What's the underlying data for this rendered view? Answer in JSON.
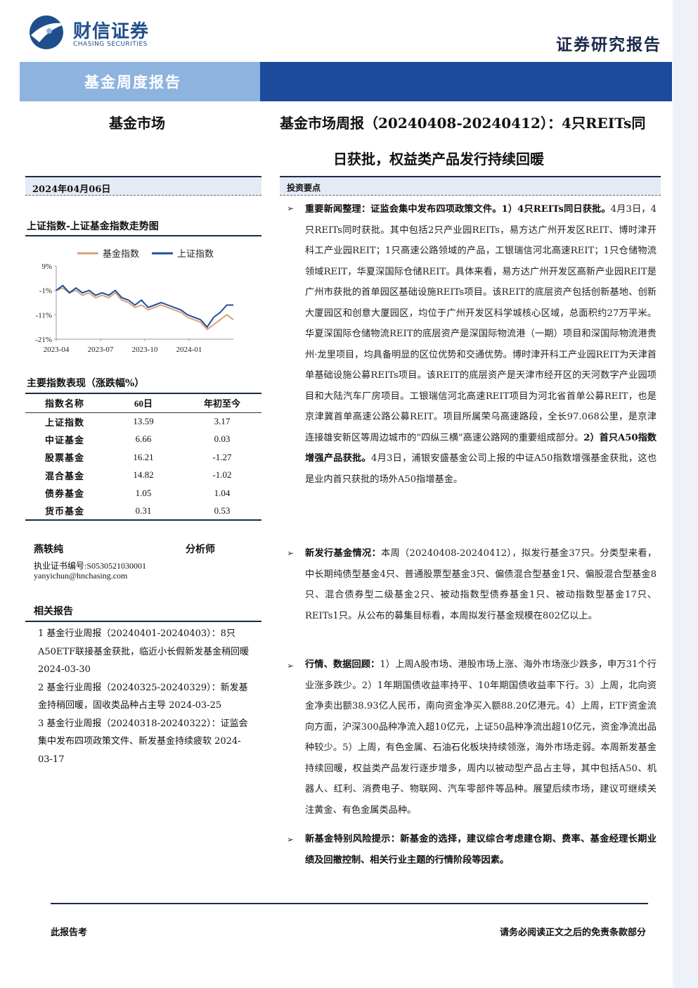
{
  "header": {
    "logo_cn": "财信证券",
    "logo_en": "CHASING SECURITIES",
    "doc_type": "证券研究报告",
    "banner": "基金周度报告",
    "industry": "基金市场",
    "title_line1": "基金市场周报（20240408-20240412）：4只REITs同",
    "title_line2": "日获批，权益类产品发行持续回暖"
  },
  "left": {
    "date": "2024年04月06日",
    "chart_title": "上证指数-上证基金指数走势图",
    "table_title": "主要指数表现（涨跌幅%）",
    "table": {
      "headers": [
        "指数名称",
        "60日",
        "年初至今"
      ],
      "rows": [
        [
          "上证指数",
          "13.59",
          "3.17"
        ],
        [
          "中证基金",
          "6.66",
          "0.03"
        ],
        [
          "股票基金",
          "16.21",
          "-1.27"
        ],
        [
          "混合基金",
          "14.82",
          "-1.02"
        ],
        [
          "债券基金",
          "1.05",
          "1.04"
        ],
        [
          "货币基金",
          "0.31",
          "0.53"
        ]
      ]
    },
    "analyst": {
      "name": "燕轶纯",
      "role": "分析师",
      "license": "执业证书编号:S0530521030001",
      "email": "yanyichun@hnchasing.com"
    },
    "related_title": "相关报告",
    "related": [
      "1 基金行业周报（20240401-20240403）：8只A50ETF联接基金获批，临近小长假新发基金稍回暖 2024-03-30",
      "2 基金行业周报（20240325-20240329）：新发基金持稍回暖，固收类品种占主导 2024-03-25",
      "3 基金行业周报（20240318-20240322）：证监会集中发布四项政策文件、新发基金持续疲软 2024-03-17"
    ]
  },
  "chart_data": {
    "type": "line",
    "title": "上证指数-上证基金指数走势图",
    "x_ticks": [
      "2023-04",
      "2023-07",
      "2023-10",
      "2024-01"
    ],
    "y_ticks": [
      "9%",
      "-1%",
      "-11%",
      "-21%"
    ],
    "ylim": [
      -21,
      9
    ],
    "legend": "top",
    "colors": {
      "基金指数": "#d9a37a",
      "上证指数": "#1f4e9c"
    },
    "x": [
      0,
      2,
      4,
      6,
      8,
      10,
      12,
      14,
      16,
      18,
      20,
      22,
      24,
      26,
      28,
      30,
      32,
      34,
      36,
      38,
      40,
      42,
      44,
      46,
      48,
      50,
      52,
      54
    ],
    "series": [
      {
        "name": "基金指数",
        "values": [
          -1,
          0,
          -2,
          -1,
          -3,
          -2,
          -4,
          -3,
          -4,
          -2,
          -5,
          -6,
          -8,
          -7,
          -9,
          -8,
          -7,
          -8,
          -9,
          -10,
          -12,
          -13,
          -14,
          -17,
          -15,
          -13,
          -11,
          -13
        ]
      },
      {
        "name": "上证指数",
        "values": [
          -1,
          1,
          -2,
          0,
          -2,
          -1,
          -3,
          -2,
          -3,
          -1,
          -4,
          -5,
          -7,
          -5,
          -8,
          -7,
          -6,
          -7,
          -8,
          -9,
          -11,
          -12,
          -13,
          -16,
          -12,
          -10,
          -7,
          -7
        ]
      }
    ]
  },
  "right": {
    "key_points_title": "投资要点",
    "bullet_symbol": "➢",
    "p1_bold": "重要新闻整理：证监会集中发布四项政策文件。1）4只REITs同日获批。",
    "p1_text": "4月3日，4只REITs同时获批。其中包括2只产业园REITs，易方达广州开发区REIT、博时津开科工产业园REIT；1只高速公路领域的产品，工银瑞信河北高速REIT；1只仓储物流领域REIT，华夏深国际仓储REIT。具体来看，易方达广州开发区高新产业园REIT是广州市获批的首单园区基础设施REITs项目。该REIT的底层资产包括创新基地、创新大厦园区和创意大厦园区，均位于广州开发区科学城核心区域，总面积约27万平米。华夏深国际仓储物流REIT的底层资产是深国际物流港（一期）项目和深国际物流港贵州·龙里项目，均具备明显的区位优势和交通优势。博时津开科工产业园REIT为天津首单基础设施公募REITs项目。该REIT的底层资产是天津市经开区的天河数字产业园项目和大陆汽车厂房项目。工银瑞信河北高速REIT项目为河北省首单公募REIT，也是京津冀首单高速公路公募REIT。项目所属荣乌高速路段，全长97.068公里，是京津连接雄安新区等周边城市的“四纵三横”高速公路网的重要组成部分。",
    "p1_bold2": "2）首只A50指数增强产品获批。",
    "p1_text2": "4月3日，浦银安盛基金公司上报的中证A50指数增强基金获批，这也是业内首只获批的场外A50指增基金。",
    "p2_bold": "新发行基金情况：",
    "p2_text": "本周（20240408-20240412），拟发行基金37只。分类型来看，中长期纯债型基金4只、普通股票型基金3只、偏债混合型基金1只、偏股混合型基金8只、混合债券型二级基金2只、被动指数型债券基金1只、被动指数型基金17只、REITs1只。从公布的募集目标看，本周拟发行基金规模在802亿以上。",
    "p3_bold": "行情、数据回顾：",
    "p3_text": "1）上周A股市场、港股市场上涨、海外市场涨少跌多，申万31个行业涨多跌少。2）1年期国债收益率持平、10年期国债收益率下行。3）上周，北向资金净卖出额38.93亿人民币，南向资金净买入额88.20亿港元。4）上周，ETF资金流向方面，沪深300品种净流入超10亿元，上证50品种净流出超10亿元，资金净流出品种较少。5）上周，有色金属、石油石化板块持续领涨，海外市场走弱。本周新发基金持续回暖，权益类产品发行逐步增多，周内以被动型产品占主导，其中包括A50、机器人、红利、消费电子、物联网、汽车零部件等品种。展望后续市场，建议可继续关注黄金、有色金属类品种。",
    "p4_bold": "新基金特别风险提示：新基金的选择，建议综合考虑建仓期、费率、基金经理长期业绩及回撤控制、相关行业主题的行情阶段等因素。"
  },
  "footer": {
    "left": "此报告考",
    "right": "请务必阅读正文之后的免责条款部分"
  }
}
